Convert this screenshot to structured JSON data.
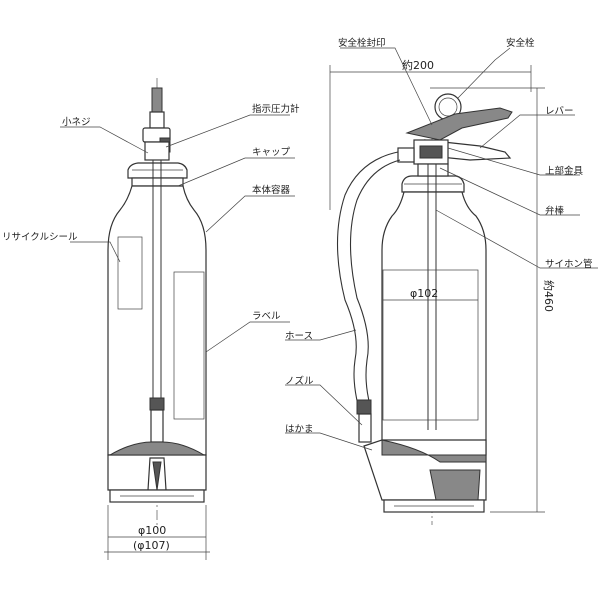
{
  "labels": {
    "small_screw": "小ネジ",
    "pressure_gauge": "指示圧力計",
    "cap": "キャップ",
    "body_container": "本体容器",
    "recycle_seal": "リサイクルシール",
    "label": "ラベル",
    "safety_pin_seal": "安全栓封印",
    "safety_pin": "安全栓",
    "lever": "レバー",
    "upper_fitting": "上部金具",
    "valve_rod": "弁棒",
    "siphon_tube": "サイホン管",
    "hose": "ホース",
    "nozzle": "ノズル",
    "hakama": "はかま"
  },
  "dimensions": {
    "width_top": "約200",
    "body_diameter": "φ102",
    "height": "約460",
    "base_diameter": "φ100",
    "base_outer_diameter": "(φ107)"
  }
}
